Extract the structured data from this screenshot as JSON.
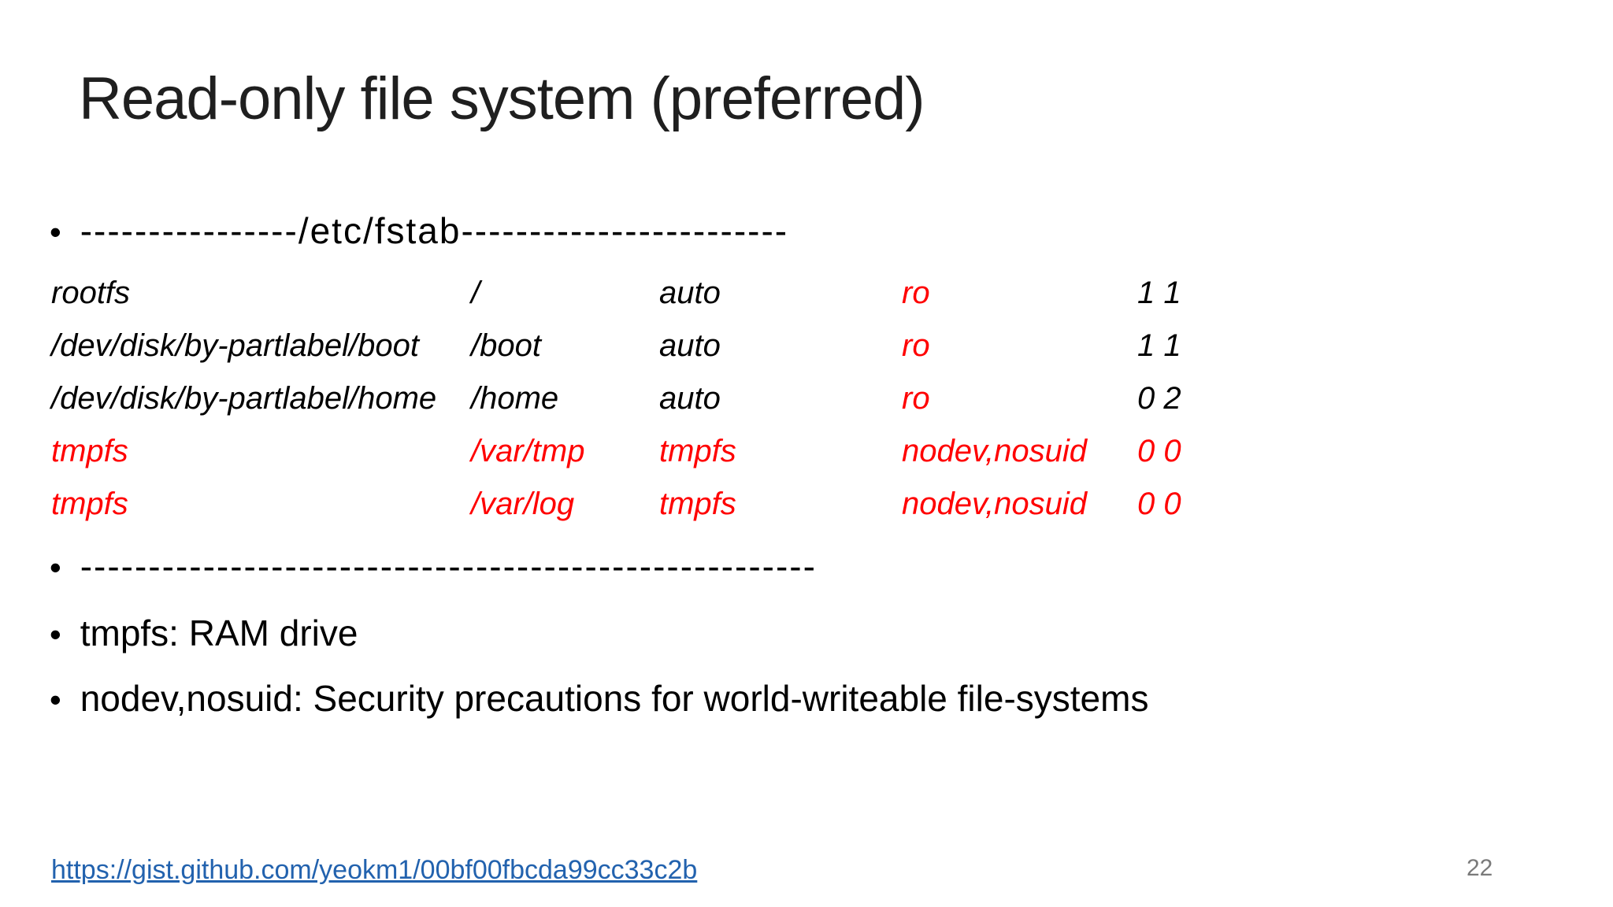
{
  "slide": {
    "title": "Read-only file system (preferred)"
  },
  "bullets": {
    "marker": "•",
    "fstab_header": "----------------/etc/fstab------------------------",
    "divider": "------------------------------------------------------",
    "tmpfs_note": "tmpfs: RAM drive",
    "nodev_note": "nodev,nosuid: Security precautions for world-writeable file-systems"
  },
  "fstab": {
    "rows": [
      {
        "device": "rootfs",
        "mount": "/",
        "type": "auto",
        "options": "ro",
        "dump_pass": "1 1"
      },
      {
        "device": "/dev/disk/by-partlabel/boot",
        "mount": "/boot",
        "type": "auto",
        "options": "ro",
        "dump_pass": "1 1"
      },
      {
        "device": "/dev/disk/by-partlabel/home",
        "mount": "/home",
        "type": "auto",
        "options": "ro",
        "dump_pass": "0 2"
      },
      {
        "device": "tmpfs",
        "mount": "/var/tmp",
        "type": "tmpfs",
        "options": "nodev,nosuid",
        "dump_pass": "0 0"
      },
      {
        "device": "tmpfs",
        "mount": "/var/log",
        "type": "tmpfs",
        "options": "nodev,nosuid",
        "dump_pass": "0 0"
      }
    ]
  },
  "footer": {
    "link_text": "https://gist.github.com/yeokm1/00bf00fbcda99cc33c2b",
    "page_number": "22"
  },
  "colors": {
    "accent_red": "#FF0000",
    "link_blue": "#2262AE",
    "text_black": "#000000",
    "title_dark": "#1F1F1F",
    "page_gray": "#7A7A7A",
    "background": "#FFFFFF"
  }
}
